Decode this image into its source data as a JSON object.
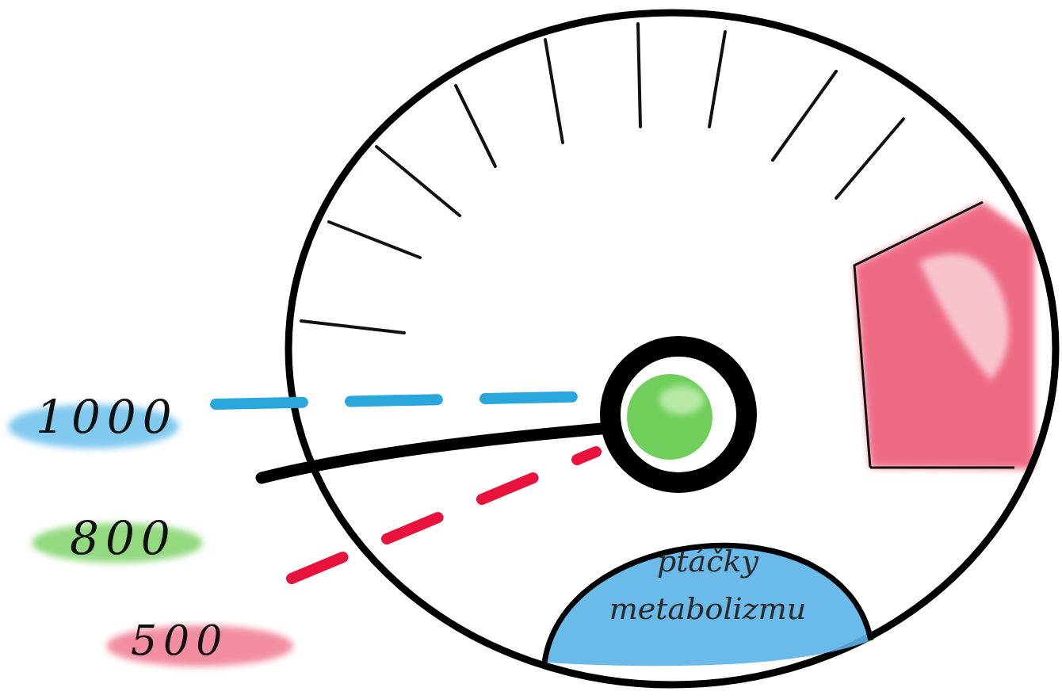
{
  "diagram": {
    "nodes": [
      {
        "text": [
          "ptáčky metabolizmu"
        ]
      }
    ],
    "labels": [
      "1000",
      "800",
      "500"
    ]
  }
}
